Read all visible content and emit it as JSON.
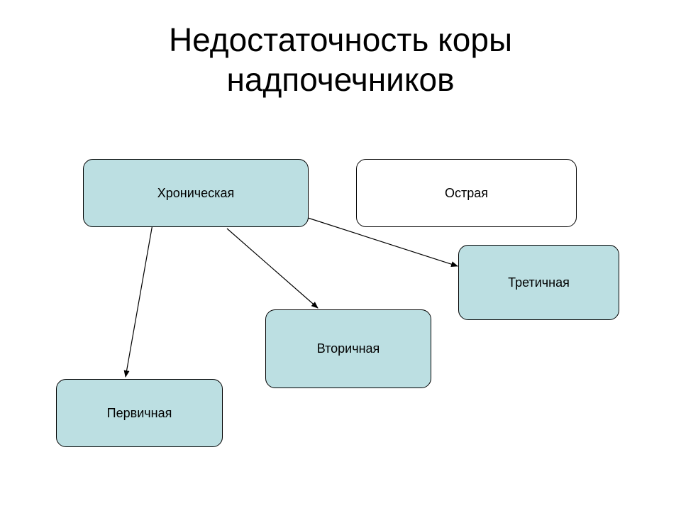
{
  "title": {
    "line1": "Недостаточность коры",
    "line2": "надпочечников"
  },
  "nodes": {
    "chronic": "Хроническая",
    "acute": "Острая",
    "tertiary": "Третичная",
    "secondary": "Вторичная",
    "primary": "Первичная"
  },
  "colors": {
    "filled_node": "#bcdfe2",
    "plain_node": "#ffffff",
    "border": "#000000"
  }
}
